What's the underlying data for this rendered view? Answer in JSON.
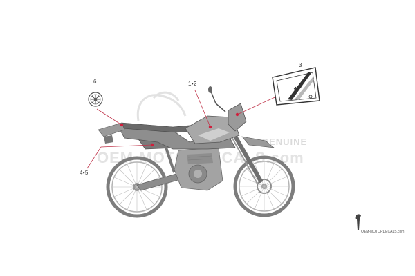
{
  "callouts": {
    "c1": "1•2",
    "c3": "3",
    "c6": "6",
    "c45": "4•5"
  },
  "decal_text": "WR",
  "watermark": {
    "main": "OEM-MOTORDECALS.com",
    "genuine": "GENUINE"
  },
  "footer_text": "OEM-MOTORDECALS.com",
  "colors": {
    "leader": "#c0344a",
    "dot": "#d01f3c",
    "bike_fill": "#9a9a9a",
    "bike_dark": "#6f6f6f",
    "outline": "#333333"
  }
}
